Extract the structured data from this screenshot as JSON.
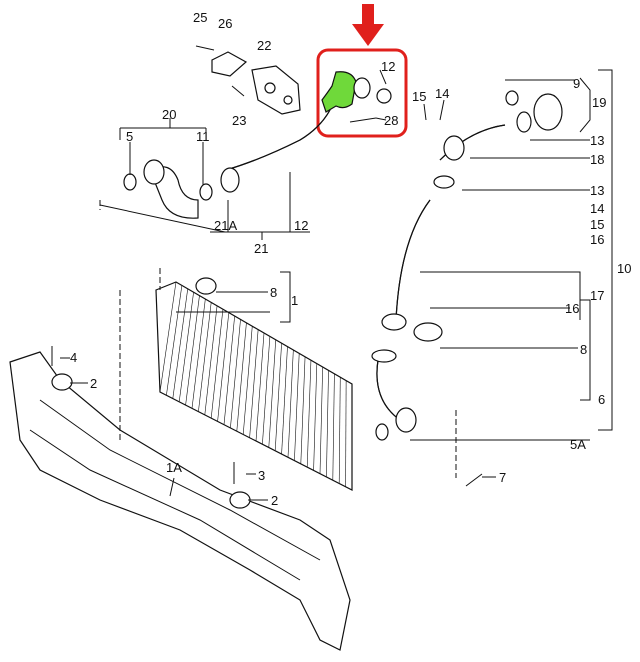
{
  "colors": {
    "highlight_box": "#e0201c",
    "highlight_part": "#6fd93a",
    "arrow": "#e0201c",
    "line": "#111111"
  },
  "callouts": {
    "c25": "25",
    "c26": "26",
    "c22": "22",
    "c23": "23",
    "c20": "20",
    "c5": "5",
    "c11": "11",
    "c21A": "21A",
    "c12a": "12",
    "c21": "21",
    "c12b": "12",
    "c28": "28",
    "c15a": "15",
    "c14a": "14",
    "c9": "9",
    "c19": "19",
    "c13a": "13",
    "c18": "18",
    "c13b": "13",
    "c14b": "14",
    "c15b": "15",
    "c16a": "16",
    "c10": "10",
    "c17": "17",
    "c16b": "16",
    "c8a": "8",
    "c6": "6",
    "c5A": "5A",
    "c7": "7",
    "c8b": "8",
    "c1": "1",
    "c4": "4",
    "c2a": "2",
    "c1A": "1A",
    "c3": "3",
    "c2b": "2"
  }
}
